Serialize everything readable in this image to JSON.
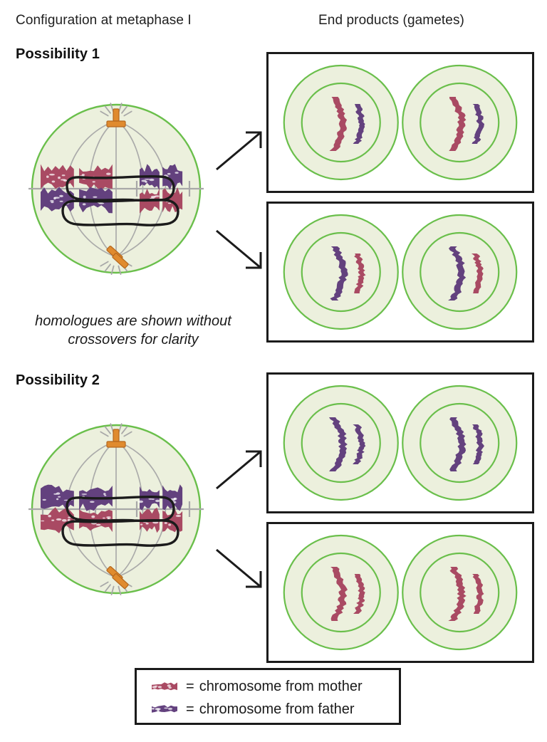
{
  "headers": {
    "left": "Configuration at metaphase I",
    "right": "End products (gametes)"
  },
  "possibilities": [
    {
      "title": "Possibility 1"
    },
    {
      "title": "Possibility 2"
    }
  ],
  "caption": "homologues are shown without crossovers for clarity",
  "legend": {
    "rows": [
      {
        "swatch": "chromosome-red-icon",
        "equals": "=",
        "label": "chromosome from mother",
        "color": "#a94a63"
      },
      {
        "swatch": "chromosome-purple-icon",
        "equals": "=",
        "label": "chromosome from father",
        "color": "#63417e"
      }
    ]
  },
  "colors": {
    "maternal": "#a94a63",
    "paternal": "#63417e",
    "cell_fill": "#ecf0dd",
    "cell_border": "#6abf4b",
    "centrosome": "#e08b2e",
    "spindle": "#a8a8a8",
    "outline": "#1b1b1b"
  },
  "metaphase_cells": [
    {
      "name": "possibility-1-metaphase-cell",
      "pairs": [
        {
          "side": "left",
          "top": "maternal",
          "bottom": "paternal"
        },
        {
          "side": "right",
          "top": "paternal",
          "bottom": "maternal"
        }
      ]
    },
    {
      "name": "possibility-2-metaphase-cell",
      "pairs": [
        {
          "side": "left",
          "top": "paternal",
          "bottom": "maternal"
        },
        {
          "side": "right",
          "top": "paternal",
          "bottom": "maternal"
        }
      ]
    }
  ],
  "gamete_boxes": [
    {
      "name": "gamete-box-1",
      "cells": [
        {
          "large": "maternal",
          "small": "paternal"
        },
        {
          "large": "maternal",
          "small": "paternal"
        }
      ]
    },
    {
      "name": "gamete-box-2",
      "cells": [
        {
          "large": "paternal",
          "small": "maternal"
        },
        {
          "large": "paternal",
          "small": "maternal"
        }
      ]
    },
    {
      "name": "gamete-box-3",
      "cells": [
        {
          "large": "paternal",
          "small": "paternal"
        },
        {
          "large": "paternal",
          "small": "paternal"
        }
      ]
    },
    {
      "name": "gamete-box-4",
      "cells": [
        {
          "large": "maternal",
          "small": "maternal"
        },
        {
          "large": "maternal",
          "small": "maternal"
        }
      ]
    }
  ],
  "arrows": [
    {
      "name": "arrow-to-gamete-box-1",
      "direction": "up-right"
    },
    {
      "name": "arrow-to-gamete-box-2",
      "direction": "down-right"
    },
    {
      "name": "arrow-to-gamete-box-3",
      "direction": "up-right"
    },
    {
      "name": "arrow-to-gamete-box-4",
      "direction": "down-right"
    }
  ]
}
